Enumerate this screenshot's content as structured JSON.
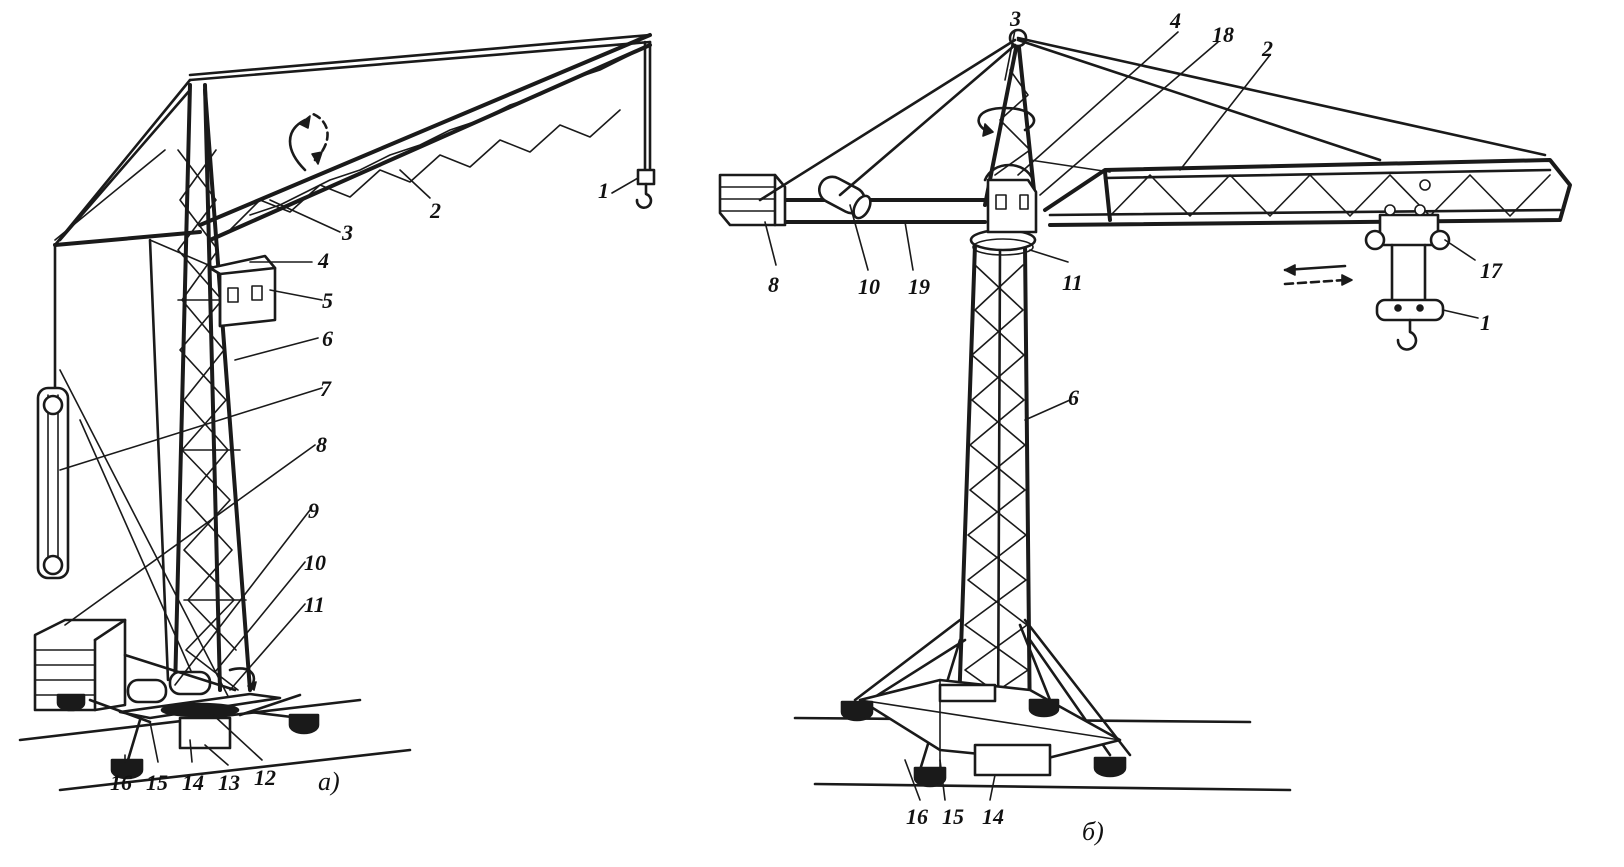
{
  "figure_a": {
    "caption": "a)",
    "labels": [
      "1",
      "2",
      "3",
      "4",
      "5",
      "6",
      "7",
      "8",
      "9",
      "10",
      "11",
      "12",
      "13",
      "14",
      "15",
      "16"
    ]
  },
  "figure_b": {
    "caption": "б)",
    "labels": [
      "1",
      "2",
      "3",
      "4",
      "18",
      "8",
      "10",
      "19",
      "11",
      "17",
      "6",
      "16",
      "15",
      "14"
    ]
  },
  "colors": {
    "ink": "#1a1a1a",
    "paper": "#ffffff"
  }
}
